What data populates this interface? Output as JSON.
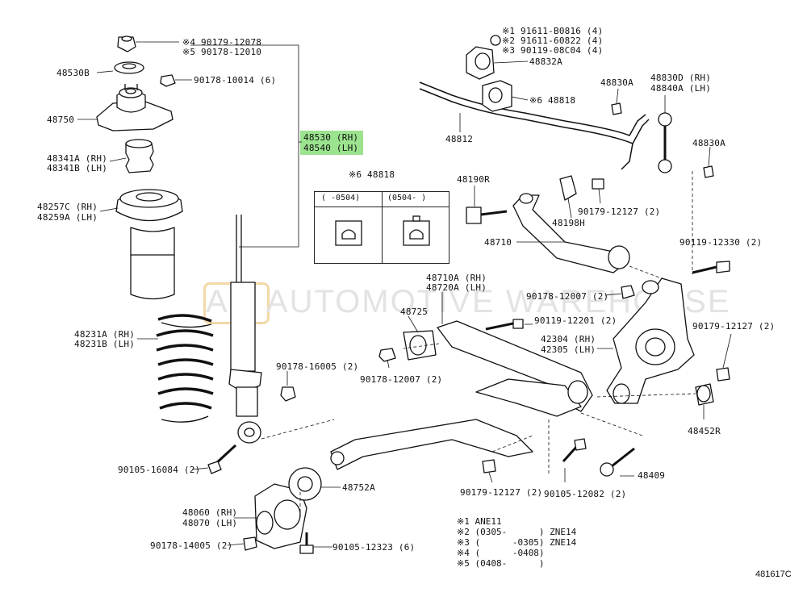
{
  "watermark": {
    "logo": "AM",
    "text": "AUTOMOTIVE WAREHOUSE"
  },
  "labels": {
    "p_490179": "※4 90179-12078",
    "p_590178": "※5 90178-12010",
    "p_48530b": "48530B",
    "p_90178_10014": "90178-10014 (6)",
    "p_48750": "48750",
    "p_48341a": "48341A (RH)",
    "p_48341b": "48341B (LH)",
    "p_48257c": "48257C (RH)",
    "p_48259a": "48259A (LH)",
    "p_48530": "48530 (RH)",
    "p_48540": "48540 (LH)",
    "p_48231a": "48231A (RH)",
    "p_48231b": "48231B (LH)",
    "p_90178_16005": "90178-16005 (2)",
    "p_90105_16084": "90105-16084 (2)",
    "p_48060": "48060 (RH)",
    "p_48070": "48070 (LH)",
    "p_90178_14005": "90178-14005 (2)",
    "p_90105_12323": "90105-12323 (6)",
    "p_48752a": "48752A",
    "p_91611_b": "※1 91611-B0816 (4)",
    "p_91611_6": "※2 91611-60822 (4)",
    "p_90119_08": "※3 90119-08C04 (4)",
    "p_48832a": "48832A",
    "p_6_48818": "※6 48818",
    "p_48812": "48812",
    "p_48830a_1": "48830A",
    "p_48830d": "48830D (RH)",
    "p_48840a": "48840A (LH)",
    "p_48830a_2": "48830A",
    "p_48818_inset": "※6 48818",
    "p_48190r": "48190R",
    "p_48198h": "48198H",
    "p_90179_12127_a": "90179-12127 (2)",
    "p_48710": "48710",
    "p_90119_12330": "90119-12330 (2)",
    "p_48710a": "48710A (RH)",
    "p_48720a": "48720A (LH)",
    "p_90178_12007_a": "90178-12007 (2)",
    "p_48725": "48725",
    "p_90119_12201": "90119-12201 (2)",
    "p_42304": "42304 (RH)",
    "p_42305": "42305 (LH)",
    "p_90179_12127_b": "90179-12127 (2)",
    "p_90178_12007_b": "90178-12007 (2)",
    "p_48452r": "48452R",
    "p_48409": "48409",
    "p_90179_12127_c": "90179-12127 (2)",
    "p_90105_12082": "90105-12082 (2)"
  },
  "inset": {
    "col1": "(    -0504)",
    "col2": "(0504-    )"
  },
  "notes": [
    "※1 ANE11",
    "※2 (0305-      ) ZNE14",
    "※3 (      -0305) ZNE14",
    "※4 (      -0408)",
    "※5 (0408-      )"
  ],
  "diagram_code": "481617C"
}
